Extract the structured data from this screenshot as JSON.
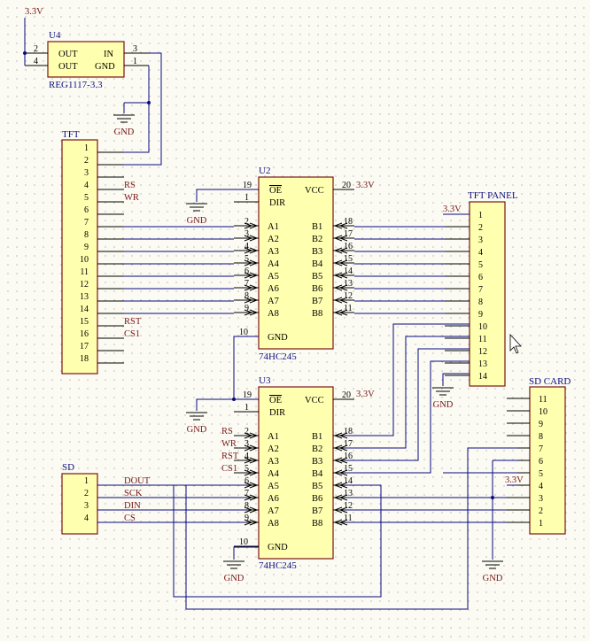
{
  "power": {
    "v33": "3.3V",
    "gnd": "GND"
  },
  "u4": {
    "ref": "U4",
    "part": "REG1117-3.3",
    "pins_left": [
      {
        "num": "2",
        "name": "OUT"
      },
      {
        "num": "4",
        "name": "OUT"
      }
    ],
    "pins_right": [
      {
        "num": "3",
        "name": "IN"
      },
      {
        "num": "1",
        "name": "GND"
      }
    ]
  },
  "tft": {
    "ref": "TFT",
    "pins": [
      "1",
      "2",
      "3",
      "4",
      "5",
      "6",
      "7",
      "8",
      "9",
      "10",
      "11",
      "12",
      "13",
      "14",
      "15",
      "16",
      "17",
      "18"
    ],
    "nets": [
      {
        "row": 3,
        "label": "RS"
      },
      {
        "row": 4,
        "label": "WR"
      },
      {
        "row": 14,
        "label": "RST"
      },
      {
        "row": 15,
        "label": "CS1"
      }
    ]
  },
  "u2": {
    "ref": "U2",
    "part": "74HC245",
    "oe": {
      "num": "19",
      "name": "OE"
    },
    "dir": {
      "num": "1",
      "name": "DIR"
    },
    "vcc": {
      "num": "20",
      "name": "VCC"
    },
    "gnd": {
      "num": "10",
      "name": "GND"
    },
    "a": [
      {
        "num": "2",
        "name": "A1"
      },
      {
        "num": "3",
        "name": "A2"
      },
      {
        "num": "4",
        "name": "A3"
      },
      {
        "num": "5",
        "name": "A4"
      },
      {
        "num": "6",
        "name": "A5"
      },
      {
        "num": "7",
        "name": "A6"
      },
      {
        "num": "8",
        "name": "A7"
      },
      {
        "num": "9",
        "name": "A8"
      }
    ],
    "b": [
      {
        "num": "18",
        "name": "B1"
      },
      {
        "num": "17",
        "name": "B2"
      },
      {
        "num": "16",
        "name": "B3"
      },
      {
        "num": "15",
        "name": "B4"
      },
      {
        "num": "14",
        "name": "B5"
      },
      {
        "num": "13",
        "name": "B6"
      },
      {
        "num": "12",
        "name": "B7"
      },
      {
        "num": "11",
        "name": "B8"
      }
    ]
  },
  "u3": {
    "ref": "U3",
    "part": "74HC245",
    "oe": {
      "num": "19",
      "name": "OE"
    },
    "dir": {
      "num": "1",
      "name": "DIR"
    },
    "vcc": {
      "num": "20",
      "name": "VCC"
    },
    "gnd": {
      "num": "10",
      "name": "GND"
    },
    "a": [
      {
        "num": "2",
        "name": "A1"
      },
      {
        "num": "3",
        "name": "A2"
      },
      {
        "num": "4",
        "name": "A3"
      },
      {
        "num": "5",
        "name": "A4"
      },
      {
        "num": "6",
        "name": "A5"
      },
      {
        "num": "7",
        "name": "A6"
      },
      {
        "num": "8",
        "name": "A7"
      },
      {
        "num": "9",
        "name": "A8"
      }
    ],
    "b": [
      {
        "num": "18",
        "name": "B1"
      },
      {
        "num": "17",
        "name": "B2"
      },
      {
        "num": "16",
        "name": "B3"
      },
      {
        "num": "15",
        "name": "B4"
      },
      {
        "num": "14",
        "name": "B5"
      },
      {
        "num": "13",
        "name": "B6"
      },
      {
        "num": "12",
        "name": "B7"
      },
      {
        "num": "11",
        "name": "B8"
      }
    ],
    "a_nets": [
      "RS",
      "WR",
      "RST",
      "CS1"
    ]
  },
  "tft_panel": {
    "ref": "TFT PANEL",
    "pins": [
      "1",
      "2",
      "3",
      "4",
      "5",
      "6",
      "7",
      "8",
      "9",
      "10",
      "11",
      "12",
      "13",
      "14"
    ]
  },
  "sd": {
    "ref": "SD",
    "pins": [
      "1",
      "2",
      "3",
      "4"
    ],
    "nets": [
      "DOUT",
      "SCK",
      "DIN",
      "CS"
    ]
  },
  "sd_card": {
    "ref": "SD CARD",
    "pins": [
      "11",
      "10",
      "9",
      "8",
      "7",
      "6",
      "5",
      "4",
      "3",
      "2",
      "1"
    ]
  }
}
